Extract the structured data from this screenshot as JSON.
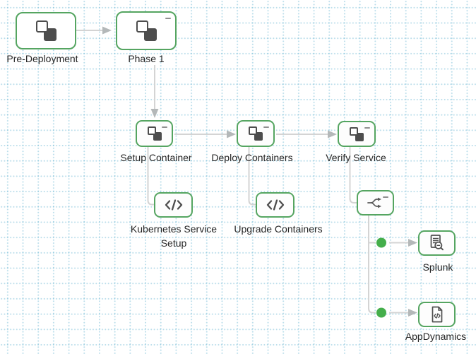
{
  "app": {
    "view": "deployment-workflow-graph"
  },
  "theme": {
    "node_border_green": "#55a561",
    "status_dot_green": "#44ae4b",
    "icon_gray": "#4d4d4d",
    "wire_gray": "#d4d4d4",
    "arrowhead_gray": "#b4b8b9",
    "label_color": "#262626",
    "grid_blue": "#62b2d0",
    "collapse_glyph": "minus"
  },
  "nodes": {
    "pre_deployment": {
      "label": "Pre-Deployment",
      "icon": "overlapping-squares",
      "has_collapse": false
    },
    "phase_1": {
      "label": "Phase 1",
      "icon": "overlapping-squares",
      "has_collapse": true
    },
    "setup_container": {
      "label": "Setup Container",
      "icon": "overlapping-squares",
      "has_collapse": true
    },
    "deploy_containers": {
      "label": "Deploy Containers",
      "icon": "overlapping-squares",
      "has_collapse": true
    },
    "verify_service": {
      "label": "Verify Service",
      "icon": "overlapping-squares",
      "has_collapse": true
    },
    "kubernetes_service_setup": {
      "label": "Kubernetes Service Setup",
      "icon": "code"
    },
    "upgrade_containers": {
      "label": "Upgrade Containers",
      "icon": "code"
    },
    "fork": {
      "label": "",
      "icon": "fork-arrows",
      "has_collapse": true
    },
    "splunk": {
      "label": "Splunk",
      "icon": "log-search"
    },
    "appdynamics": {
      "label": "AppDynamics",
      "icon": "code-document"
    }
  }
}
